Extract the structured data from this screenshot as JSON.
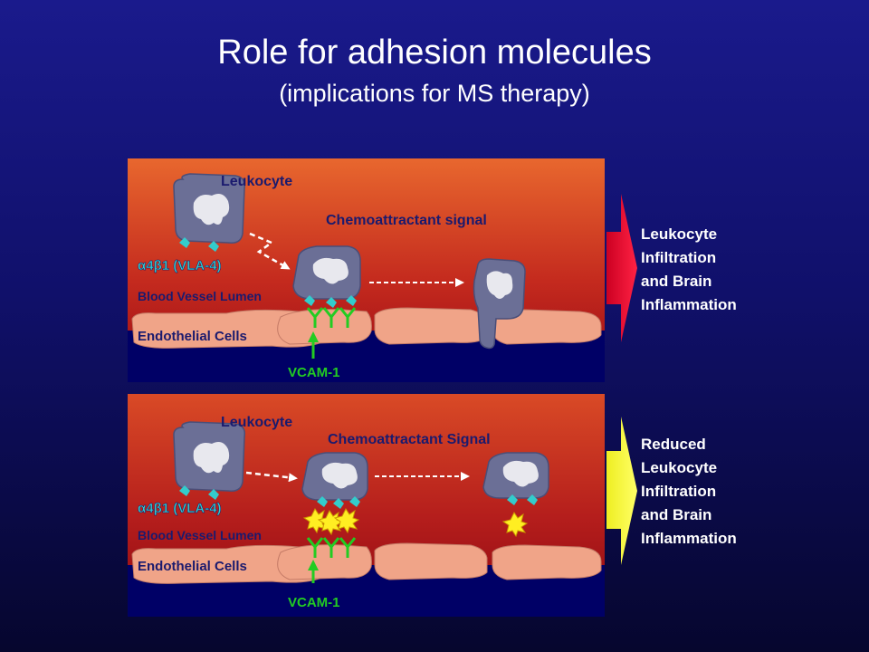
{
  "slide": {
    "title": "Role for adhesion molecules",
    "subtitle": "(implications for MS therapy)"
  },
  "panel_top": {
    "leukocyte_label": "Leukocyte",
    "chemo_label": "Chemoattractant signal",
    "integrin_label": "α4β1 (VLA-4)",
    "lumen_label": "Blood Vessel Lumen",
    "endothelial_label": "Endothelial Cells",
    "vcam_label": "VCAM-1",
    "outcome_lines": [
      "Leukocyte",
      "Infiltration",
      "and Brain",
      "Inflammation"
    ]
  },
  "panel_bottom": {
    "leukocyte_label": "Leukocyte",
    "chemo_label": "Chemoattractant Signal",
    "integrin_label": "α4β1 (VLA-4)",
    "lumen_label": "Blood Vessel Lumen",
    "endothelial_label": "Endothelial Cells",
    "vcam_label": "VCAM-1",
    "outcome_lines": [
      "Reduced",
      "Leukocyte",
      "Infiltration",
      "and Brain",
      "Inflammation"
    ]
  },
  "colors": {
    "panel_top_gradient": "#e8672e",
    "panel_bottom_gradient": "#b8101a",
    "lumen_floor": "#000066",
    "endothelial_cell": "#f0a488",
    "leukocyte_body": "#6b6f96",
    "leukocyte_nucleus": "#e8e8ee",
    "integrin": "#33cccc",
    "vcam": "#22cc22",
    "label_navy": "#1a1a6e",
    "outcome_arrow_top": "#ee1133",
    "outcome_arrow_bottom": "#ffff44",
    "antibody": "#ffee22"
  }
}
